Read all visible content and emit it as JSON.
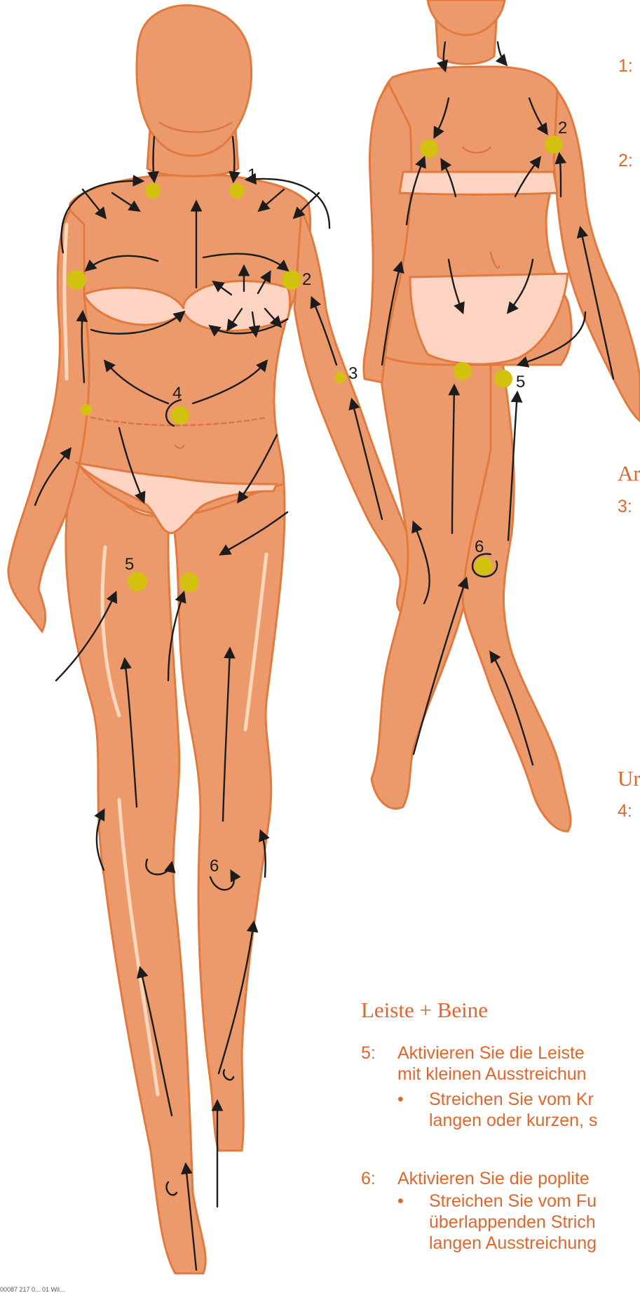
{
  "figure": {
    "node_labels": [
      "1",
      "2",
      "3",
      "4",
      "5",
      "6"
    ]
  },
  "text_panel": {
    "top_step_numbers": [
      "1:",
      "2:"
    ],
    "section_arms": {
      "title": "Ar",
      "step_number": "3:"
    },
    "section_abdomen": {
      "title": "Ur",
      "step_number": "4:"
    },
    "section_groin_legs": {
      "title": "Leiste + Beine",
      "step5": {
        "number": "5:",
        "line1": "Aktivieren Sie die Leiste",
        "line2": "mit kleinen Ausstreichun",
        "bullet": "•",
        "bullet_line1": "Streichen Sie vom Kr",
        "bullet_line2": "langen oder kurzen, s"
      },
      "step6": {
        "number": "6:",
        "line1": "Aktivieren Sie die poplite",
        "bullet": "•",
        "bullet_line1": "Streichen Sie vom Fu",
        "bullet_line2": "überlappenden Strich",
        "bullet_line3": "langen Ausstreichung"
      }
    }
  },
  "footer_text": "00087 217 0... 01 Wil..."
}
